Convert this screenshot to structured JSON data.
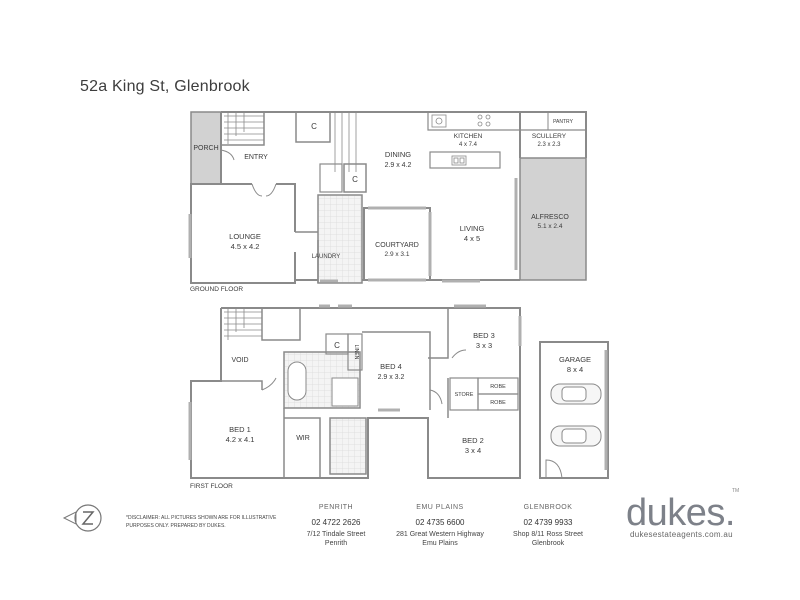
{
  "header": {
    "address": "52a King St, Glenbrook"
  },
  "floors": {
    "ground_label": "GROUND FLOOR",
    "first_label": "FIRST FLOOR"
  },
  "rooms": {
    "porch": "PORCH",
    "entry": "ENTRY",
    "lounge": "LOUNGE",
    "lounge_size": "4.5 x 4.2",
    "laundry": "LAUNDRY",
    "dining": "DINING",
    "dining_size": "2.9 x 4.2",
    "courtyard": "COURTYARD",
    "courtyard_size": "2.9 x 3.1",
    "living": "LIVING",
    "living_size": "4 x 5",
    "kitchen": "KITCHEN",
    "kitchen_size": "4 x 7.4",
    "scullery": "SCULLERY",
    "scullery_size": "2.3 x 2.3",
    "pantry": "PANTRY",
    "alfresco": "ALFRESCO",
    "alfresco_size": "5.1 x 2.4",
    "void": "VOID",
    "bed1": "BED 1",
    "bed1_size": "4.2 x 4.1",
    "wir": "WIR",
    "linen": "LINEN",
    "bed4": "BED 4",
    "bed4_size": "2.9 x 3.2",
    "bed3": "BED 3",
    "bed3_size": "3 x 3",
    "robe": "ROBE",
    "store": "STORE",
    "bed2": "BED 2",
    "bed2_size": "3 x 4",
    "garage": "GARAGE",
    "garage_size": "8 x 4",
    "cupboard": "C"
  },
  "footer": {
    "disclaimer": "*DISCLAIMER: ALL PICTURES SHOWN ARE FOR ILLUSTRATIVE PURPOSES ONLY. PREPARED BY DUKES.",
    "offices": [
      {
        "name": "PENRITH",
        "phone": "02 4722 2626",
        "address1": "7/12 Tindale Street",
        "address2": "Penrith"
      },
      {
        "name": "EMU PLAINS",
        "phone": "02 4735 6600",
        "address1": "281 Great Western Highway",
        "address2": "Emu Plains"
      },
      {
        "name": "GLENBROOK",
        "phone": "02 4739 9933",
        "address1": "Shop 8/11 Ross Street",
        "address2": "Glenbrook"
      }
    ],
    "brand": "dukes.",
    "trademark": "TM",
    "website": "dukesestateagents.com.au"
  },
  "colors": {
    "wall": "#8a8a8a",
    "shade": "#d2d2d2",
    "fixture": "#e8e8e8",
    "brand": "#7d8189"
  },
  "icons": {
    "compass": "north-compass-icon"
  }
}
